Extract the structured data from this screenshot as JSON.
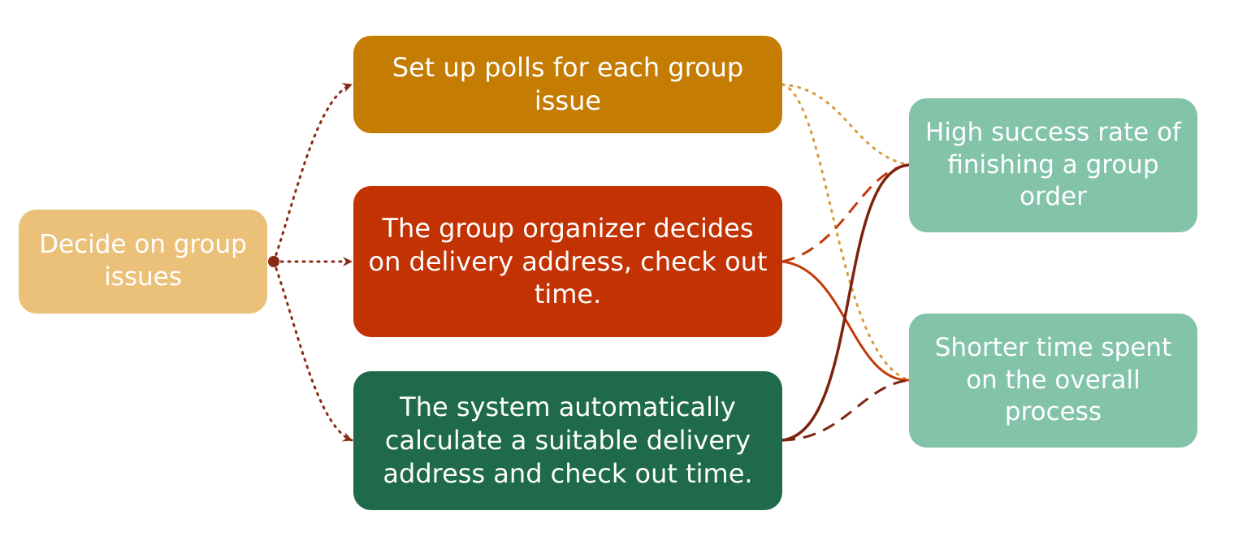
{
  "nodes": {
    "root": {
      "label": "Decide on group issues",
      "color": "#ebc078"
    },
    "polls": {
      "label": "Set up polls for each group issue",
      "color": "#c57c03"
    },
    "org": {
      "label": "The group organizer decides on delivery address, check out time.",
      "color": "#c23203"
    },
    "system": {
      "label": "The system automatically calculate a suitable delivery address and check out time.",
      "color": "#1f6a4b"
    },
    "success": {
      "label": "High success rate of finishing a group order",
      "color": "#82c3aa"
    },
    "shorter": {
      "label": "Shorter time spent on the overall process",
      "color": "#82c3aa"
    }
  },
  "connector_colors": {
    "root_arrows": "#8b2a14",
    "polls_links": "#d69a3c",
    "org_links": "#c23a0a",
    "system_links": "#7c2410"
  }
}
